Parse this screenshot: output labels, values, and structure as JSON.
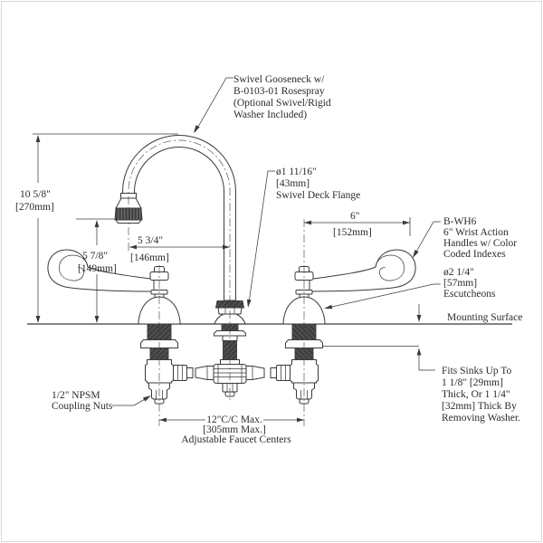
{
  "colors": {
    "background": "#ffffff",
    "border": "#d8d8d8",
    "line": "#3a3a3a",
    "dark_fill": "#3f3f3f",
    "text": "#2b2b2b"
  },
  "annotations": {
    "spout": {
      "lines": [
        "Swivel Gooseneck w/",
        "B-0103-01 Rosespray",
        "(Optional Swivel/Rigid",
        "Washer Included)"
      ]
    },
    "deck_flange": {
      "lines": [
        "ø1 11/16\"",
        "[43mm]",
        "Swivel Deck Flange"
      ]
    },
    "overall_height": {
      "lines": [
        "10 5/8\"",
        "[270mm]"
      ]
    },
    "outlet_height": {
      "lines": [
        "5 7/8\"",
        "[149mm]"
      ]
    },
    "spout_reach": {
      "lines": [
        "5 3/4\"",
        "[146mm]"
      ]
    },
    "handle_length": {
      "lines": [
        "6\"",
        "[152mm]"
      ]
    },
    "handles": {
      "lines": [
        "B-WH6",
        "6\" Wrist Action",
        "Handles w/ Color",
        "Coded Indexes"
      ]
    },
    "escutcheons": {
      "lines": [
        "ø2 1/4\"",
        "[57mm]",
        "Escutcheons"
      ]
    },
    "mounting_surface": {
      "label": "Mounting Surface"
    },
    "sink_thickness": {
      "lines": [
        "Fits Sinks Up To",
        "1 1/8\" [29mm]",
        "Thick, Or 1 1/4\"",
        "[32mm] Thick By",
        "Removing Washer."
      ]
    },
    "coupling_nuts": {
      "lines": [
        "1/2\" NPSM",
        "Coupling Nuts"
      ]
    },
    "faucet_centers": {
      "lines": [
        "12\"C/C Max.",
        "[305mm Max.]",
        "Adjustable Faucet Centers"
      ]
    }
  }
}
